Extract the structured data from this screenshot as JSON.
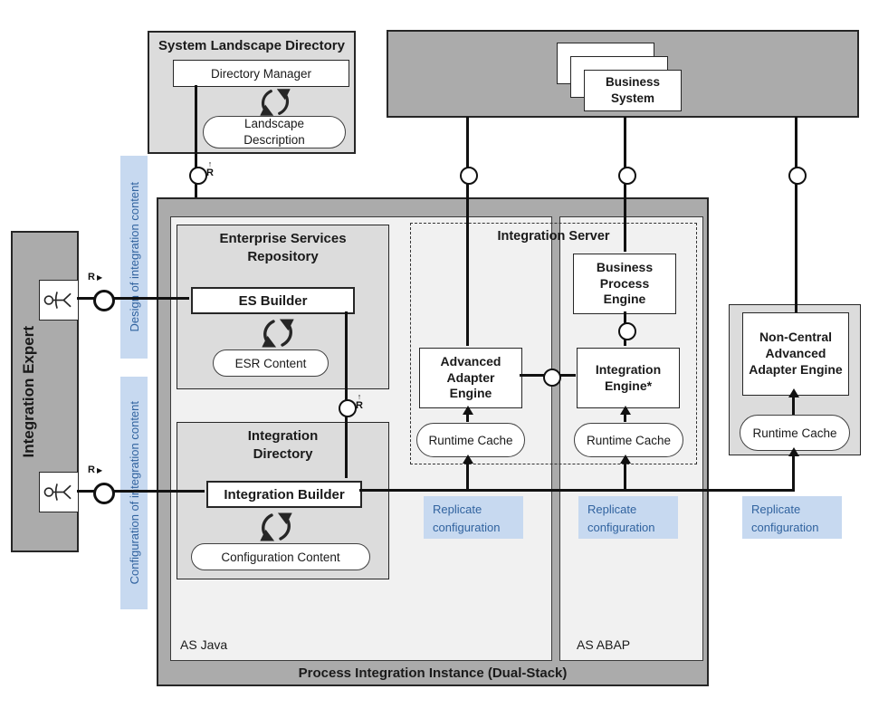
{
  "colors": {
    "container_gray": "#ababab",
    "section_gray": "#dcdcdc",
    "panel_light": "#f1f1f1",
    "blue_label_bg": "#c7d9f0",
    "blue_label_text": "#31639f",
    "line": "#111111"
  },
  "icons": {
    "up_arrow": "↑",
    "right_arrow": "▶"
  },
  "markers": {
    "r": "R"
  },
  "sld": {
    "title": "System Landscape Directory",
    "directory_manager": "Directory Manager",
    "landscape_description": "Landscape Description"
  },
  "business_system": {
    "label": "Business System"
  },
  "integration_expert": {
    "label": "Integration Expert"
  },
  "activity_labels": {
    "design": "Design of integration content",
    "configuration": "Configuration of integration content"
  },
  "process_integration": {
    "title": "Process Integration Instance (Dual-Stack)",
    "as_java_label": "AS Java",
    "as_abap_label": "AS ABAP",
    "enterprise_services_repository": {
      "title": "Enterprise Services Repository",
      "es_builder": "ES Builder",
      "esr_content": "ESR Content"
    },
    "integration_directory": {
      "title": "Integration Directory",
      "integration_builder": "Integration Builder",
      "configuration_content": "Configuration Content"
    },
    "integration_server": {
      "title": "Integration Server",
      "business_process_engine": "Business Process Engine",
      "integration_engine": "Integration Engine*",
      "runtime_cache": "Runtime Cache"
    },
    "advanced_adapter_engine": {
      "title": "Advanced Adapter Engine",
      "runtime_cache": "Runtime Cache"
    }
  },
  "non_central_aae": {
    "title": "Non-Central Advanced Adapter Engine",
    "runtime_cache": "Runtime Cache"
  },
  "replicate_configuration": "Replicate configuration"
}
